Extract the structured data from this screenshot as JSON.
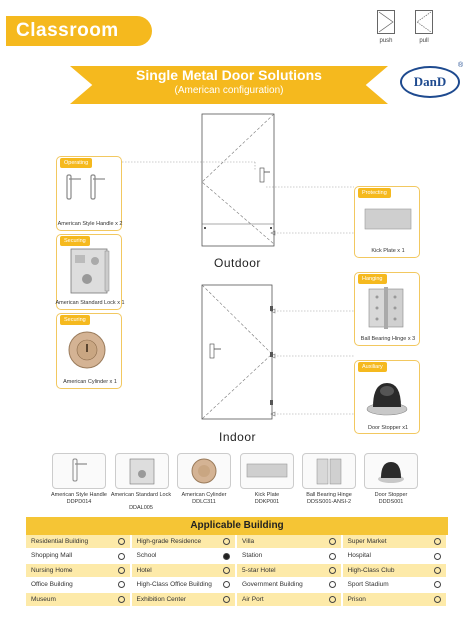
{
  "header": {
    "title": "Classroom"
  },
  "door_types": [
    {
      "label": "push"
    },
    {
      "label": "pull"
    }
  ],
  "banner": {
    "title": "Single Metal Door Solutions",
    "subtitle": "(American configuration)"
  },
  "logo": {
    "text": "DanD",
    "mark": "®"
  },
  "left_products": [
    {
      "tag": "Operating",
      "caption": "American Style Handle x 2"
    },
    {
      "tag": "Securing",
      "caption": "American Standard Lock x 1"
    },
    {
      "tag": "Securing",
      "caption": "American Cylinder x 1"
    }
  ],
  "right_products": [
    {
      "tag": "Protecting",
      "caption": "Kick Plate x 1"
    },
    {
      "tag": "Hanging",
      "caption": "Ball Bearing Hinge x 3"
    },
    {
      "tag": "Auxiliary",
      "caption": "Door Stopper x1"
    }
  ],
  "doors": {
    "outdoor": "Outdoor",
    "indoor": "Indoor"
  },
  "bottom_items": [
    {
      "name": "American Style Handle",
      "code": "DDPD014"
    },
    {
      "name": "American Standard Lock",
      "code": "DDAL005"
    },
    {
      "name": "American Cylinder",
      "code": "DDLC311"
    },
    {
      "name": "Kick Plate",
      "code": "DDKP001"
    },
    {
      "name": "Ball Bearing Hinge",
      "code": "DDSS001-ANSI-2"
    },
    {
      "name": "Door Stopper",
      "code": "DDDS001"
    }
  ],
  "applicable": {
    "title": "Applicable Building",
    "rows": [
      [
        {
          "label": "Residential Building",
          "selected": false
        },
        {
          "label": "High-grade Residence",
          "selected": false
        },
        {
          "label": "Villa",
          "selected": false
        },
        {
          "label": "Super Market",
          "selected": false
        }
      ],
      [
        {
          "label": "Shopping Mall",
          "selected": false
        },
        {
          "label": "School",
          "selected": true
        },
        {
          "label": "Station",
          "selected": false
        },
        {
          "label": "Hospital",
          "selected": false
        }
      ],
      [
        {
          "label": "Nursing Home",
          "selected": false
        },
        {
          "label": "Hotel",
          "selected": false
        },
        {
          "label": "5-star Hotel",
          "selected": false
        },
        {
          "label": "High-Class Club",
          "selected": false
        }
      ],
      [
        {
          "label": "Office Building",
          "selected": false
        },
        {
          "label": "High-Class Office Building",
          "selected": false
        },
        {
          "label": "Government Building",
          "selected": false
        },
        {
          "label": "Sport Stadium",
          "selected": false
        }
      ],
      [
        {
          "label": "Museum",
          "selected": false
        },
        {
          "label": "Exhibition Center",
          "selected": false
        },
        {
          "label": "Air Port",
          "selected": false
        },
        {
          "label": "Prison",
          "selected": false
        }
      ]
    ]
  },
  "colors": {
    "accent": "#f5b91e",
    "brand": "#1e4a8f"
  }
}
